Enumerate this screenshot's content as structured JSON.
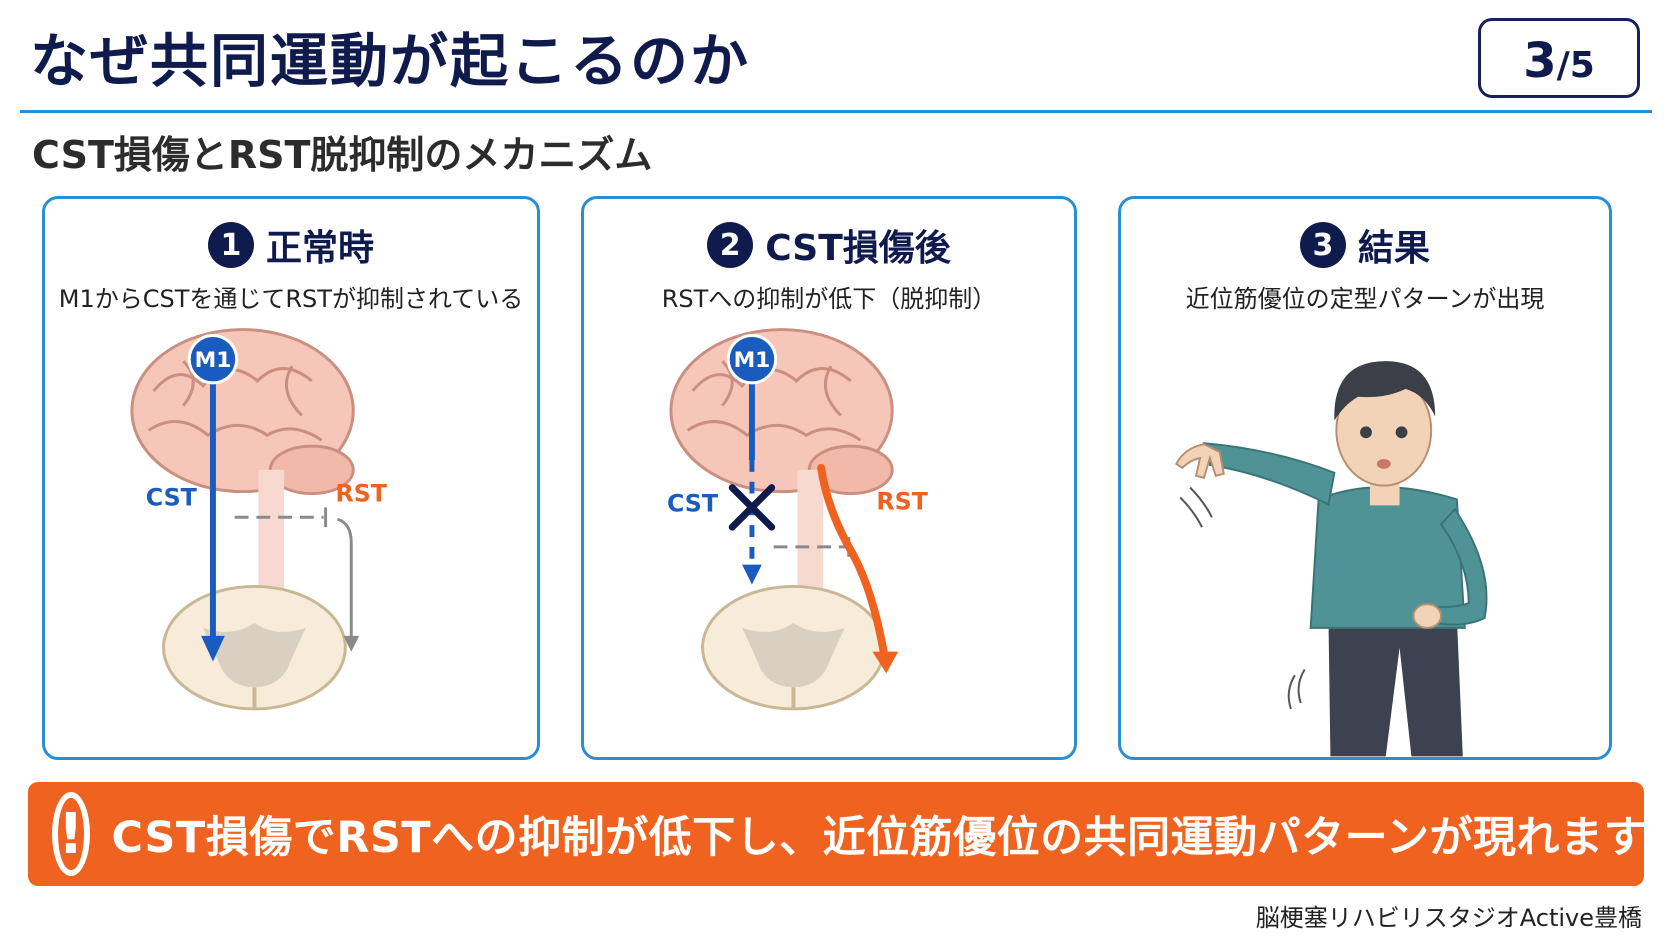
{
  "header": {
    "title": "なぜ共同運動が起こるのか",
    "page_current": "3",
    "page_separator": "/",
    "page_total": "5"
  },
  "subtitle": "CST損傷とRST脱抑制のメカニズム",
  "panels": [
    {
      "number": "1",
      "title": "正常時",
      "description": "M1からCSTを通じてRSTが抑制されている",
      "labels": {
        "m1": "M1",
        "cst": "CST",
        "rst": "RST"
      }
    },
    {
      "number": "2",
      "title": "CST損傷後",
      "description": "RSTへの抑制が低下（脱抑制）",
      "labels": {
        "m1": "M1",
        "cst": "CST",
        "rst": "RST"
      }
    },
    {
      "number": "3",
      "title": "結果",
      "description": "近位筋優位の定型パターンが出現"
    }
  ],
  "banner": {
    "icon_text": "!",
    "text": "CST損傷でRSTへの抑制が低下し、近位筋優位の共同運動パターンが現れます"
  },
  "footer": "脳梗塞リハビリスタジオActive豊橋",
  "colors": {
    "navy": "#0f1b4c",
    "accent_blue": "#2a8fd2",
    "cst_blue": "#1a5bbf",
    "rst_orange": "#f0621f",
    "banner": "#f0621f"
  }
}
